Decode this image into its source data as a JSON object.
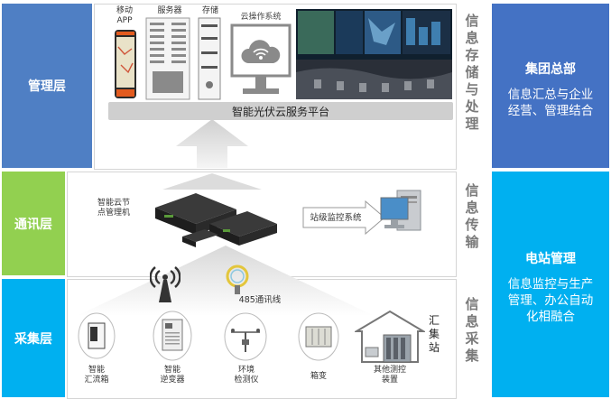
{
  "layers": {
    "management": "管理层",
    "communication": "通讯层",
    "acquisition": "采集层"
  },
  "management_panel": {
    "mobile_app_l1": "移动",
    "mobile_app_l2": "APP",
    "server": "服务器",
    "storage": "存储",
    "cloud_os": "云操作系统",
    "platform_bar": "智能光伏云服务平台"
  },
  "comm_panel": {
    "node_manager_l1": "智能云节",
    "node_manager_l2": "点管理机",
    "station_monitor": "站级监控系统"
  },
  "acq_panel": {
    "rs485": "485通讯线",
    "combiner_l1": "智能",
    "combiner_l2": "汇流箱",
    "inverter_l1": "智能",
    "inverter_l2": "逆变器",
    "env_l1": "环境",
    "env_l2": "检测仪",
    "box_transformer": "箱变",
    "other_l1": "其他测控",
    "other_l2": "装置",
    "station_chars": [
      "汇",
      "集",
      "站"
    ]
  },
  "side_labels": {
    "storage_processing": [
      "信",
      "息",
      "存",
      "储",
      "与",
      "处",
      "理"
    ],
    "transmission": [
      "信",
      "息",
      "传",
      "输"
    ],
    "collection": [
      "信",
      "息",
      "采",
      "集"
    ]
  },
  "right_boxes": {
    "group_hq_title": "集团总部",
    "group_hq_desc_l1": "信息汇总与企业",
    "group_hq_desc_l2": "经营、管理结合",
    "station_mgmt_title": "电站管理",
    "station_mgmt_desc_l1": "信息监控与生产",
    "station_mgmt_desc_l2": "管理、办公自动",
    "station_mgmt_desc_l3": "化相融合"
  },
  "colors": {
    "management_band": "#4f7fc4",
    "communication_band": "#92d050",
    "acquisition_band": "#00b0f0",
    "group_hq_box": "#4472c4",
    "station_box": "#00b0f0"
  }
}
